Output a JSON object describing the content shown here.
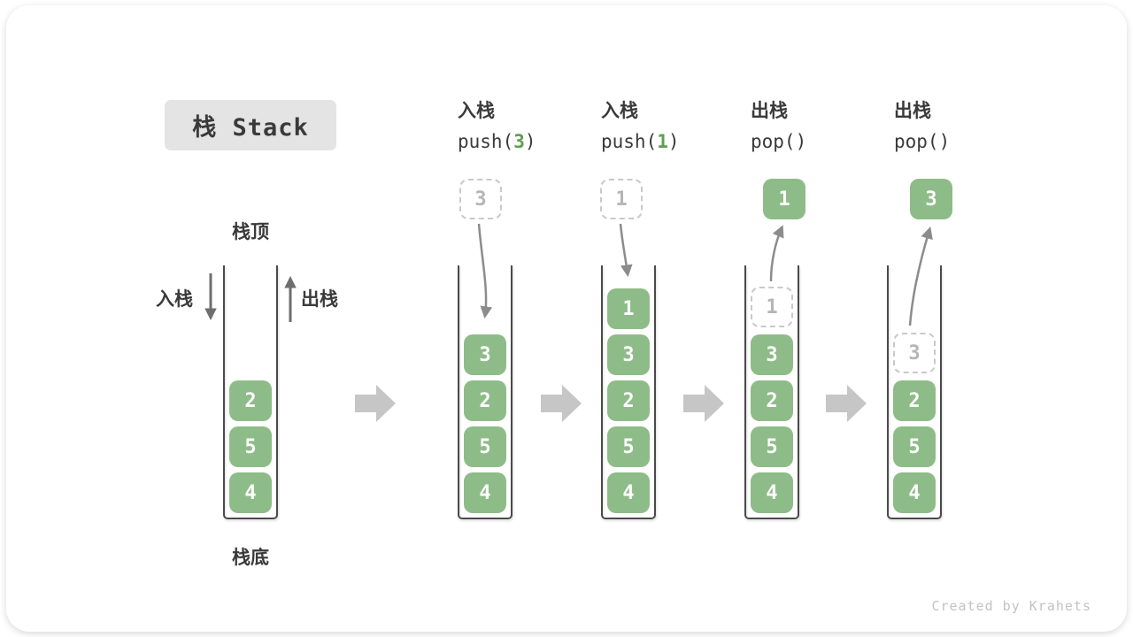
{
  "title": "栈 Stack",
  "watermark": "Created by Krahets",
  "legend": {
    "stack_top": "栈顶",
    "stack_bottom": "栈底",
    "push": "入栈",
    "pop": "出栈"
  },
  "colors": {
    "item_green": "#8EBC88",
    "code_arg_green": "#5BA04F",
    "title_badge_bg": "#E4E4E4",
    "text_dark": "#3A3A3A",
    "container_wall": "#4A4A4A",
    "flow_arrow_gray": "#C6C6C6",
    "curve_arrow_gray": "#8C8C8C",
    "ghost_gray": "#B5B5B5"
  },
  "stages": [
    {
      "items": [
        "2",
        "5",
        "4"
      ]
    },
    {
      "op": {
        "name": "入栈",
        "prefix": "push(",
        "arg": "3",
        "suffix": ")"
      },
      "floating": "3",
      "items": [
        "3",
        "2",
        "5",
        "4"
      ]
    },
    {
      "op": {
        "name": "入栈",
        "prefix": "push(",
        "arg": "1",
        "suffix": ")"
      },
      "floating": "1",
      "items": [
        "1",
        "3",
        "2",
        "5",
        "4"
      ]
    },
    {
      "op": {
        "name": "出栈",
        "prefix": "pop()",
        "arg": "",
        "suffix": ""
      },
      "floating": "1",
      "ghost": "1",
      "items": [
        "3",
        "2",
        "5",
        "4"
      ]
    },
    {
      "op": {
        "name": "出栈",
        "prefix": "pop()",
        "arg": "",
        "suffix": ""
      },
      "floating": "3",
      "ghost": "3",
      "items": [
        "2",
        "5",
        "4"
      ]
    }
  ]
}
